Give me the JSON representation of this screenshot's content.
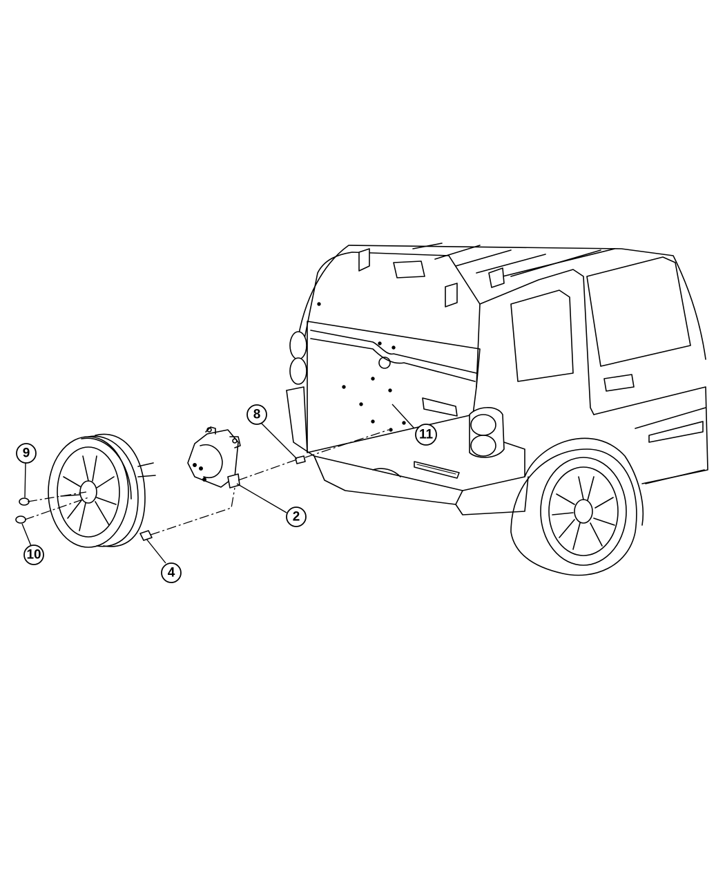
{
  "diagram": {
    "callouts": [
      {
        "id": "2",
        "label": "2"
      },
      {
        "id": "4",
        "label": "4"
      },
      {
        "id": "8",
        "label": "8"
      },
      {
        "id": "9",
        "label": "9"
      },
      {
        "id": "10",
        "label": "10"
      },
      {
        "id": "11",
        "label": "11"
      }
    ]
  }
}
